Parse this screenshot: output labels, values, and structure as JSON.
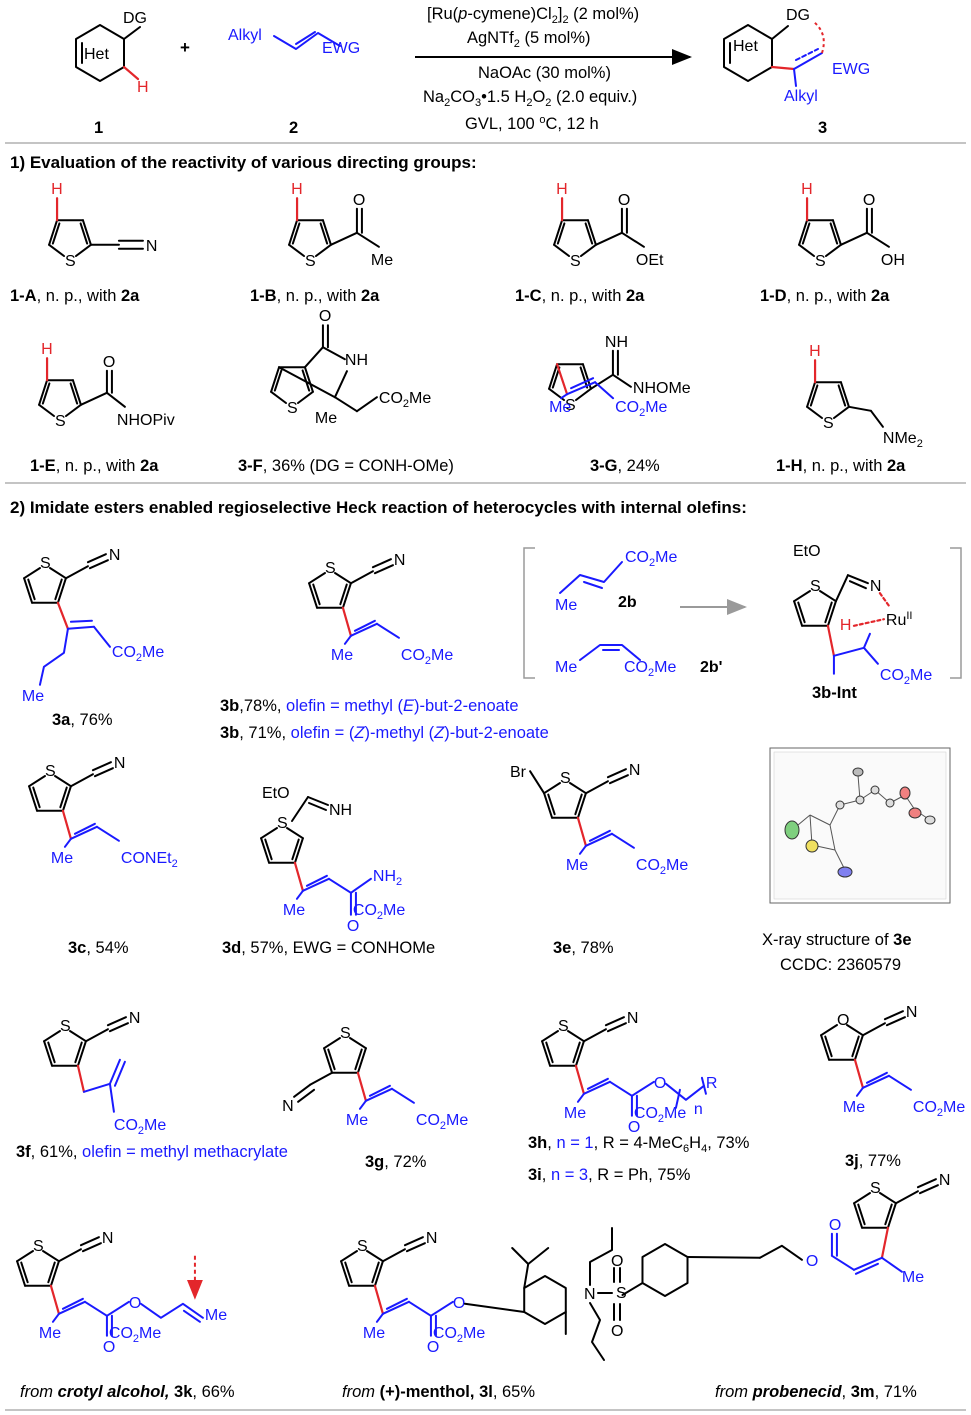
{
  "header": {
    "reagent_1": "1",
    "reagent_2": "2",
    "product": "3",
    "het": "Het",
    "dg": "DG",
    "h": "H",
    "alkyl": "Alkyl",
    "ewg": "EWG",
    "plus": "+",
    "conditions": [
      "[Ru(p-cymene)Cl2]2 (2 mol%)",
      "AgNTf2 (5 mol%)",
      "NaOAc (30 mol%)",
      "Na2CO3•1.5 H2O2 (2.0 equiv.)",
      "GVL, 100 oC, 12 h"
    ]
  },
  "section1": {
    "title": "1) Evaluation of the reactivity of various directing groups:",
    "compounds": [
      {
        "id": "1-A",
        "label": "n. p., with",
        "sub": "2a",
        "group": "N"
      },
      {
        "id": "1-B",
        "label": "n. p., with",
        "sub": "2a",
        "group": "Me"
      },
      {
        "id": "1-C",
        "label": "n. p., with",
        "sub": "2a",
        "group": "OEt"
      },
      {
        "id": "1-D",
        "label": "n. p., with",
        "sub": "2a",
        "group": "OH"
      },
      {
        "id": "1-E",
        "label": "n. p., with",
        "sub": "2a",
        "group": "NHOPiv"
      },
      {
        "id": "3-F",
        "label": "36% (DG = CONH-OMe)",
        "group": "NH"
      },
      {
        "id": "3-G",
        "label": "24%",
        "group": "NHOMe"
      },
      {
        "id": "1-H",
        "label": "n. p., with",
        "sub": "2a",
        "group": "NMe2"
      }
    ]
  },
  "section2": {
    "title": "2) Imidate esters enabled regioselective Heck reaction of heterocycles with internal olefins:",
    "products": [
      {
        "id": "3a",
        "yield": "76%"
      },
      {
        "id": "3b",
        "yield": "78%",
        "note": "olefin = methyl (E)-but-2-enoate"
      },
      {
        "id": "3b",
        "yield": "71%",
        "note": "olefin = (Z)-methyl (Z)-but-2-enoate"
      },
      {
        "id": "3b-Int"
      },
      {
        "id": "3c",
        "yield": "54%"
      },
      {
        "id": "3d",
        "yield": "57%",
        "note": "EWG = CONHOMe"
      },
      {
        "id": "3e",
        "yield": "78%"
      },
      {
        "id": "3f",
        "yield": "61%",
        "note": "olefin = methyl methacrylate"
      },
      {
        "id": "3g",
        "yield": "72%"
      },
      {
        "id": "3h",
        "yield": "73%",
        "note": "n = 1",
        "r": "R = 4-MeC6H4"
      },
      {
        "id": "3i",
        "yield": "75%",
        "note": "n = 3",
        "r": "R = Ph"
      },
      {
        "id": "3j",
        "yield": "77%"
      },
      {
        "id": "3k",
        "yield": "66%",
        "source": "from crotyl alcohol"
      },
      {
        "id": "3l",
        "yield": "65%",
        "source": "from (+)-menthol"
      },
      {
        "id": "3m",
        "yield": "71%",
        "source": "from probenecid"
      }
    ],
    "xray": {
      "line1": "X-ray structure of",
      "compound": "3e",
      "line2": "CCDC: 2360579"
    },
    "olefins": {
      "e": "2b",
      "z": "2b'"
    }
  },
  "colors": {
    "highlight": "#e3262b",
    "olefin": "#1a1aff",
    "text": "#000000",
    "arrow_gray": "#9a9a9a"
  }
}
